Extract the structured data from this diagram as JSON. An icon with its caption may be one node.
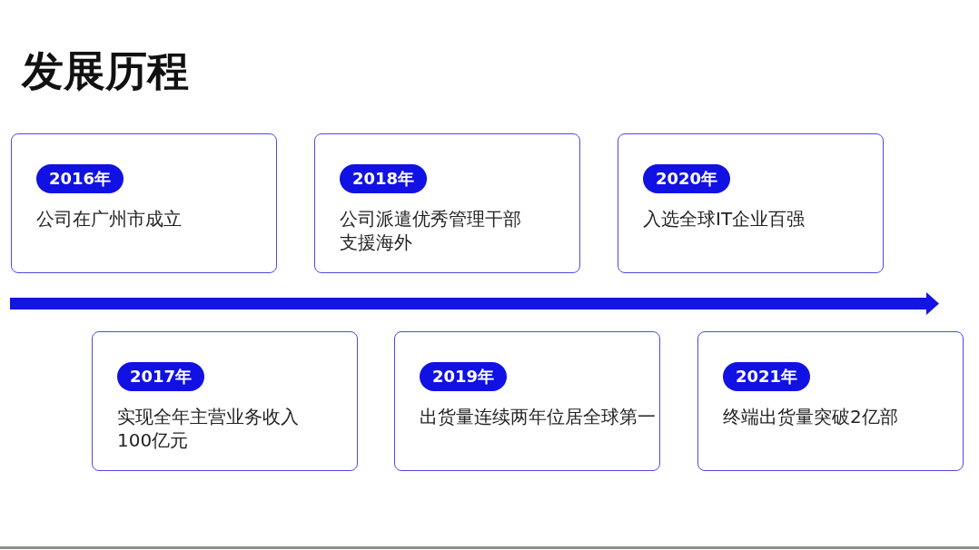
{
  "diagram": {
    "title": "发展历程",
    "nodes": [
      {
        "text": [
          "2016年",
          "公司在广州市成立"
        ]
      },
      {
        "text": [
          "2017年",
          "实现全年主营业务收入100亿元"
        ]
      },
      {
        "text": [
          "2018年",
          "公司派遣优秀管理干部支援海外"
        ]
      },
      {
        "text": [
          "2019年",
          "出货量连续两年位居全球第一"
        ]
      },
      {
        "text": [
          "2020年",
          "入选全球IT企业百强"
        ]
      },
      {
        "text": [
          "2021年",
          "终端出货量突破2亿部"
        ]
      }
    ]
  }
}
